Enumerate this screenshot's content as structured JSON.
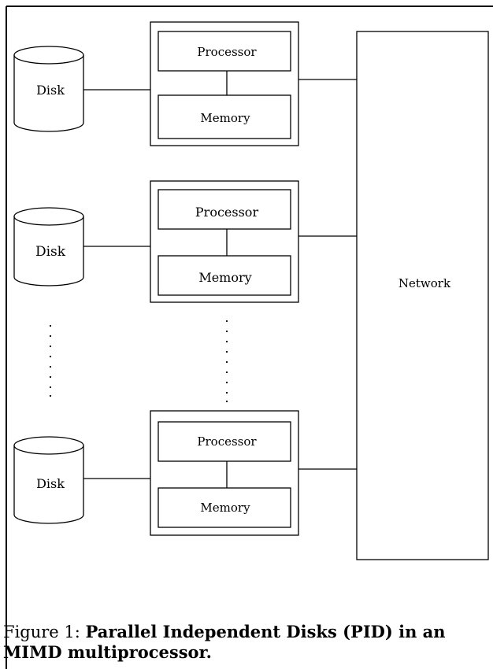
{
  "diagram": {
    "disk_labels": [
      "Disk",
      "Disk",
      "Disk"
    ],
    "nodes": [
      {
        "processor": "Processor",
        "memory": "Memory"
      },
      {
        "processor": "Processor",
        "memory": "Memory"
      },
      {
        "processor": "Processor",
        "memory": "Memory"
      }
    ],
    "network_label": "Network"
  },
  "caption": {
    "lead": "Figure 1: ",
    "title": "Parallel Independent Disks (PID) in an MIMD multiprocessor."
  }
}
